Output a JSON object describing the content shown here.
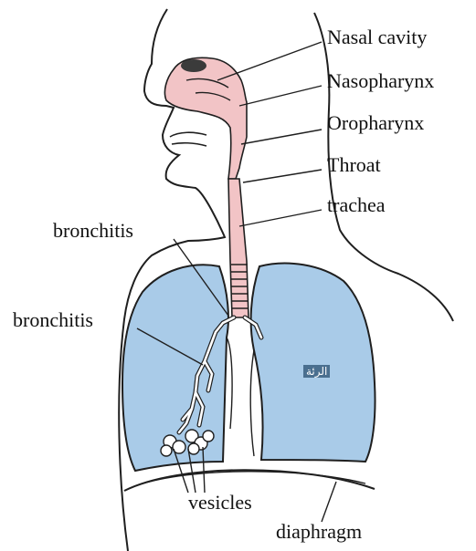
{
  "labels": {
    "nasal_cavity": "Nasal cavity",
    "nasopharynx": "Nasopharynx",
    "oropharynx": "Oropharynx",
    "throat": "Throat",
    "trachea": "trachea",
    "bronchitis_upper": "bronchitis",
    "bronchitis_lower": "bronchitis",
    "vesicles": "vesicles",
    "diaphragm": "diaphragm",
    "lung_tag": "الرئة"
  },
  "colors": {
    "airway": "#f2c4c6",
    "lung": "#a9cbe8",
    "outline": "#1f1f1f",
    "text": "#111111"
  }
}
